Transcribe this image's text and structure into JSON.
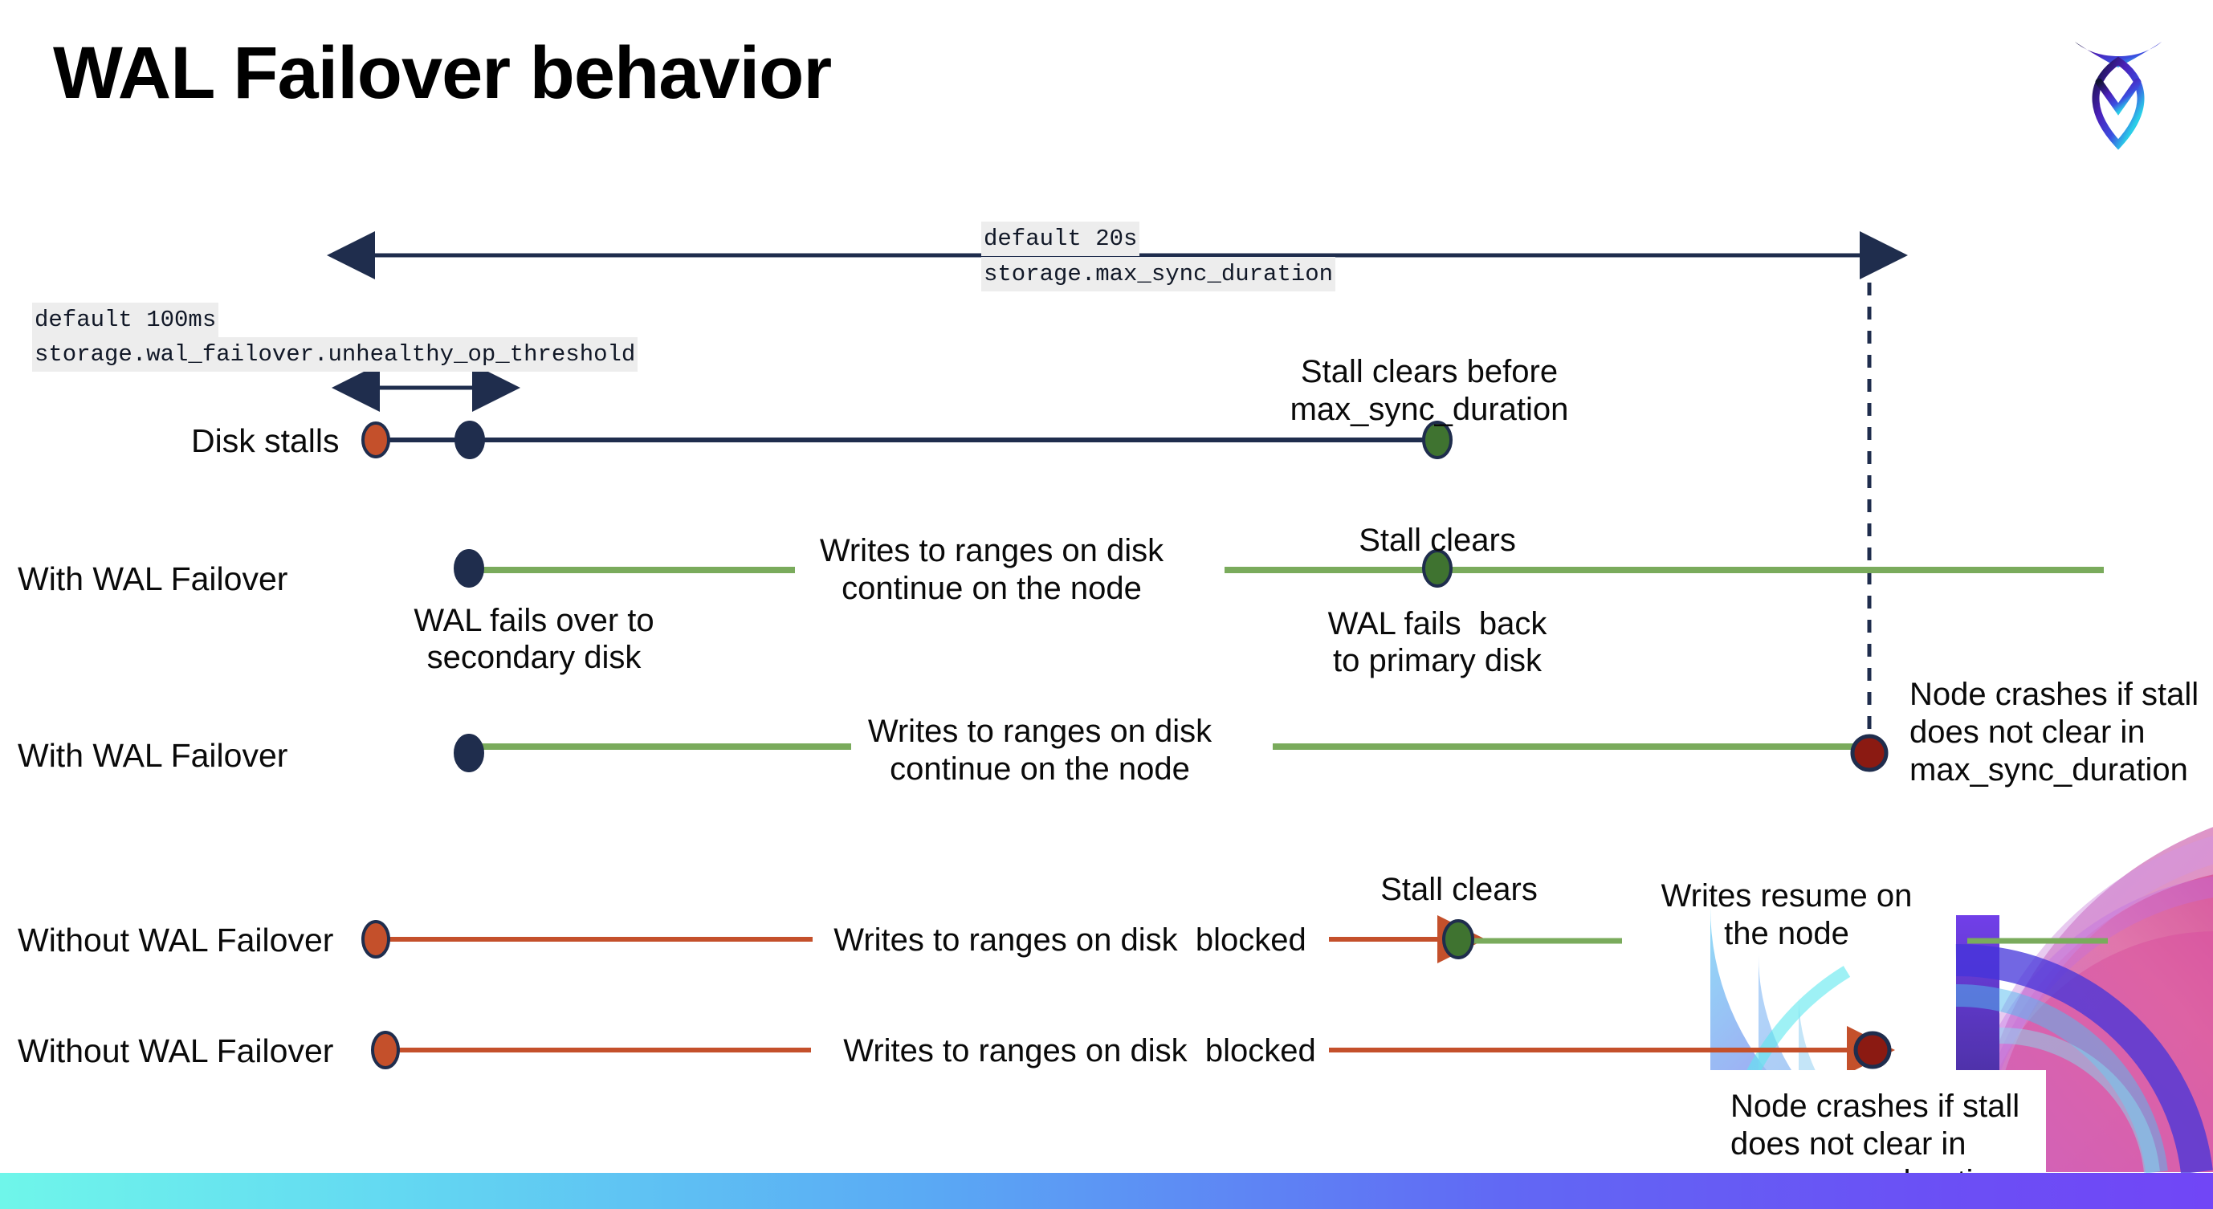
{
  "slide": {
    "title": "WAL Failover behavior",
    "logo_name": "cockroachdb-logo",
    "background": "#ffffff",
    "accent_bar_colors": [
      "#6ff6ea",
      "#7146f6"
    ]
  },
  "colors": {
    "navy": "#1f2d4d",
    "green_line": "#7aab5c",
    "green_dot": "#3f7330",
    "orange": "#c4502b",
    "dark_red": "#8b1a12",
    "code_bg": "#ededed",
    "text": "#0a0a0a"
  },
  "annotations": {
    "max_sync_default": "default 20s",
    "max_sync_setting": "storage.max_sync_duration",
    "unhealthy_default": "default 100ms",
    "unhealthy_setting": "storage.wal_failover.unhealthy_op_threshold"
  },
  "rows": [
    {
      "id": "disk-stalls",
      "label": "Disk stalls",
      "notes": [
        {
          "id": "stall-clears-before",
          "text": "Stall clears before\nmax_sync_duration"
        }
      ]
    },
    {
      "id": "with-wal-failover-1",
      "label": "With WAL Failover",
      "notes": [
        {
          "id": "writes-continue-1",
          "text": "Writes to ranges on disk\ncontinue on the node"
        },
        {
          "id": "stall-clears-1",
          "text": "Stall clears"
        },
        {
          "id": "wal-fails-back",
          "text": "WAL fails  back\nto primary disk"
        },
        {
          "id": "wal-fails-over",
          "text": "WAL fails over to\nsecondary disk"
        }
      ]
    },
    {
      "id": "with-wal-failover-2",
      "label": "With WAL Failover",
      "notes": [
        {
          "id": "writes-continue-2",
          "text": "Writes to ranges on disk\ncontinue on the node"
        },
        {
          "id": "node-crashes-1",
          "text": "Node crashes if stall\ndoes not clear in\nmax_sync_duration"
        }
      ]
    },
    {
      "id": "without-wal-failover-1",
      "label": "Without WAL Failover",
      "notes": [
        {
          "id": "writes-blocked-1",
          "text": "Writes to ranges on disk  blocked"
        },
        {
          "id": "stall-clears-2",
          "text": "Stall clears"
        },
        {
          "id": "writes-resume",
          "text": "Writes resume on\nthe node"
        }
      ]
    },
    {
      "id": "without-wal-failover-2",
      "label": "Without WAL Failover",
      "notes": [
        {
          "id": "writes-blocked-2",
          "text": "Writes to ranges on disk  blocked"
        },
        {
          "id": "node-crashes-2",
          "text": "Node crashes if stall\ndoes not clear in\nmax_sync_duration"
        }
      ]
    }
  ],
  "labels": {
    "title": "WAL Failover behavior",
    "max_sync_default": "default 20s",
    "max_sync_setting": "storage.max_sync_duration",
    "unhealthy_default": "default 100ms",
    "unhealthy_setting": "storage.wal_failover.unhealthy_op_threshold",
    "disk_stalls": "Disk stalls",
    "with_wal_failover_1": "With WAL Failover",
    "with_wal_failover_2": "With WAL Failover",
    "without_wal_failover_1": "Without WAL Failover",
    "without_wal_failover_2": "Without WAL Failover",
    "stall_clears_before": "Stall clears before",
    "max_sync_duration": "max_sync_duration",
    "writes_continue_l1": "Writes to ranges on disk",
    "writes_continue_l2": "continue on the node",
    "stall_clears": "Stall clears",
    "wal_fails_over_l1": "WAL fails over to",
    "wal_fails_over_l2": "secondary disk",
    "wal_fails_back_l1": "WAL fails  back",
    "wal_fails_back_l2": "to primary disk",
    "node_crashes_l1": "Node crashes if stall",
    "node_crashes_l2": "does not clear in",
    "node_crashes_l3": "max_sync_duration",
    "writes_blocked": "Writes to ranges on disk  blocked",
    "writes_resume_l1": "Writes resume on",
    "writes_resume_l2": "the node"
  }
}
